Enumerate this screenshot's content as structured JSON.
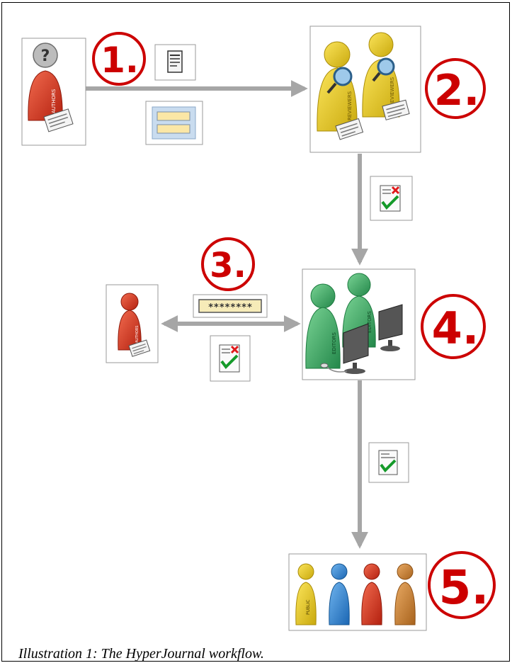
{
  "steps": {
    "step1": "1.",
    "step2": "2.",
    "step3": "3.",
    "step4": "4.",
    "step5": "5."
  },
  "figure_labels": {
    "authors": "AUTHORS",
    "reviewers": "REVIEWERS",
    "editors": "EDITORS",
    "public": "PUBLIC"
  },
  "password_mask": "********",
  "caption": "Illustration 1: The HyperJournal workflow.",
  "colors": {
    "arrow": "#a6a6a6",
    "circle": "#cc0000",
    "authors": "#d9341c",
    "reviewers": "#e8cc1c",
    "editors": "#3fae64",
    "public_yellow": "#e3c51a",
    "public_blue": "#2f86d6",
    "public_red": "#d63a28",
    "public_orange": "#cc8233"
  }
}
